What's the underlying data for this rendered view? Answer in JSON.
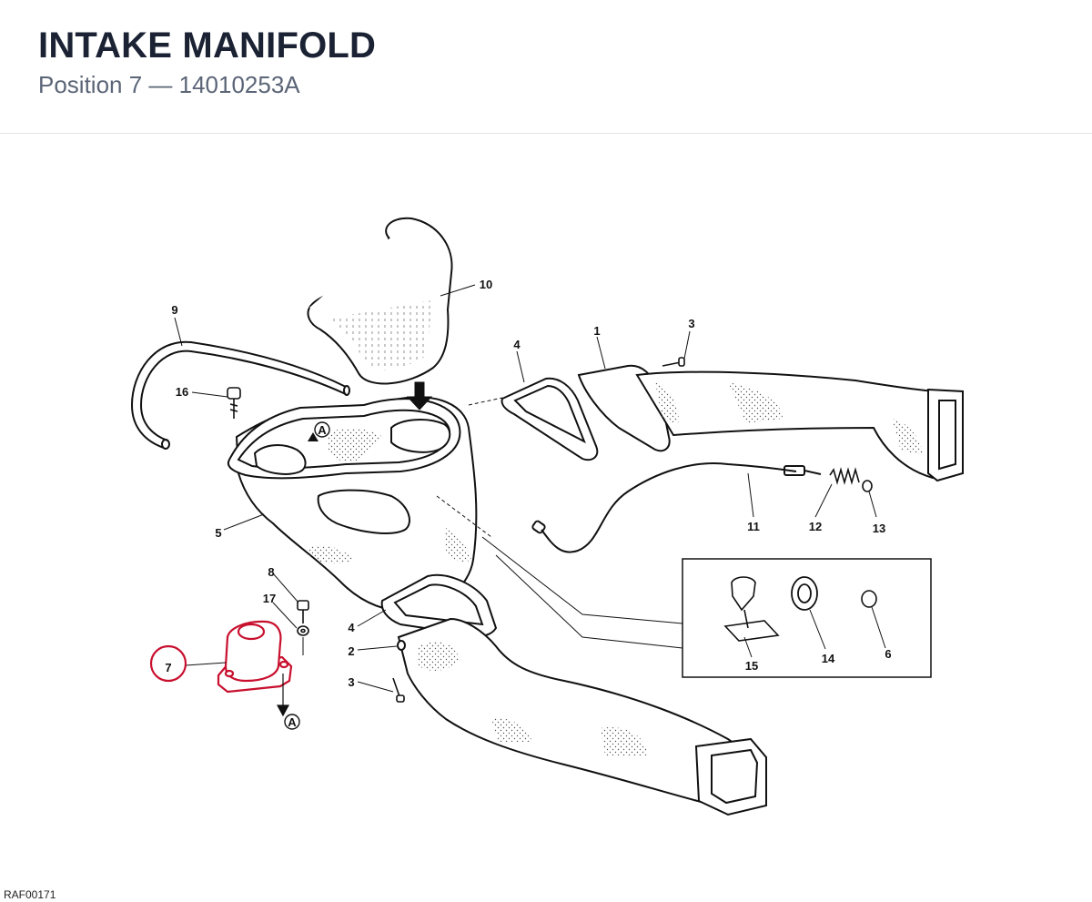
{
  "header": {
    "title": "INTAKE MANIFOLD",
    "subtitle": "Position 7 — 14010253A"
  },
  "footer": {
    "code": "RAF00171"
  },
  "highlight": {
    "label": "7",
    "color": "#c8102e"
  },
  "callouts": {
    "c10": "10",
    "c9": "9",
    "c4a": "4",
    "c1": "1",
    "c3a": "3",
    "c16": "16",
    "c5": "5",
    "c11": "11",
    "c12": "12",
    "c13": "13",
    "c8": "8",
    "c17": "17",
    "c4b": "4",
    "c2": "2",
    "c3b": "3",
    "c15": "15",
    "c14": "14",
    "c6": "6"
  },
  "reference_marks": {
    "ref_a1": "A",
    "ref_a2": "A"
  }
}
